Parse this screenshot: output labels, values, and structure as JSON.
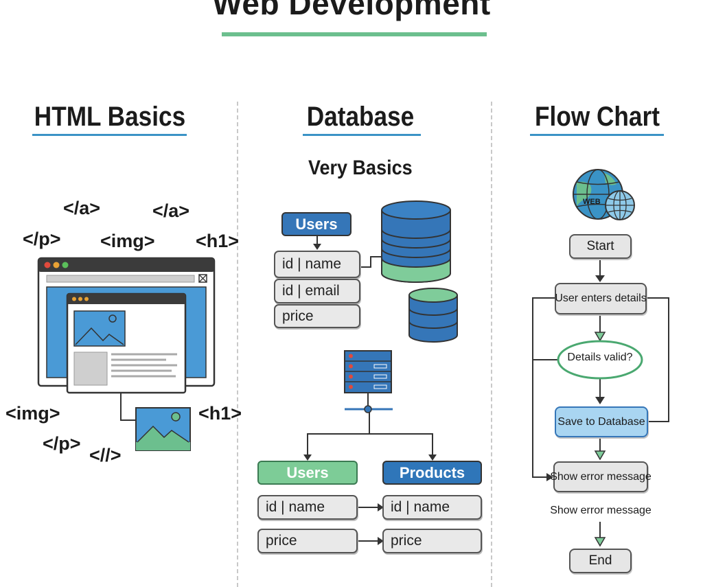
{
  "title": "Web Development",
  "sections": {
    "html": {
      "title": "HTML Basics"
    },
    "database": {
      "title": "Database",
      "subtitle": "Very Basics"
    },
    "flow": {
      "title": "Flow Chart"
    }
  },
  "html_tags": {
    "a1": "</a>",
    "a2": "</a>",
    "p1": "</p>",
    "img1": "<img>",
    "h1a": "<h1>",
    "img2": "<img>",
    "h1b": "<h1>",
    "p2": "</p>",
    "close": "<//>"
  },
  "db_top": {
    "header": "Users",
    "fields": [
      "id | name",
      "id | email",
      "price"
    ]
  },
  "db_bottom": {
    "left_header": "Users",
    "right_header": "Products",
    "left_fields": [
      "id | name",
      "price"
    ],
    "right_fields": [
      "id | name",
      "price"
    ]
  },
  "flowchart": {
    "globe_label": "WEB",
    "start": "Start",
    "enter": "User enters details",
    "decision": "Details valid?",
    "save": "Save to Database",
    "error_box": "Show error message",
    "error_text": "Show error message",
    "end": "End"
  },
  "colors": {
    "accent_green": "#6cbf8e",
    "accent_blue": "#3a93c6",
    "db_blue": "#3576b8",
    "db_green": "#7fcc9a",
    "users_green": "#7dcc97",
    "products_blue": "#2f76b9"
  }
}
